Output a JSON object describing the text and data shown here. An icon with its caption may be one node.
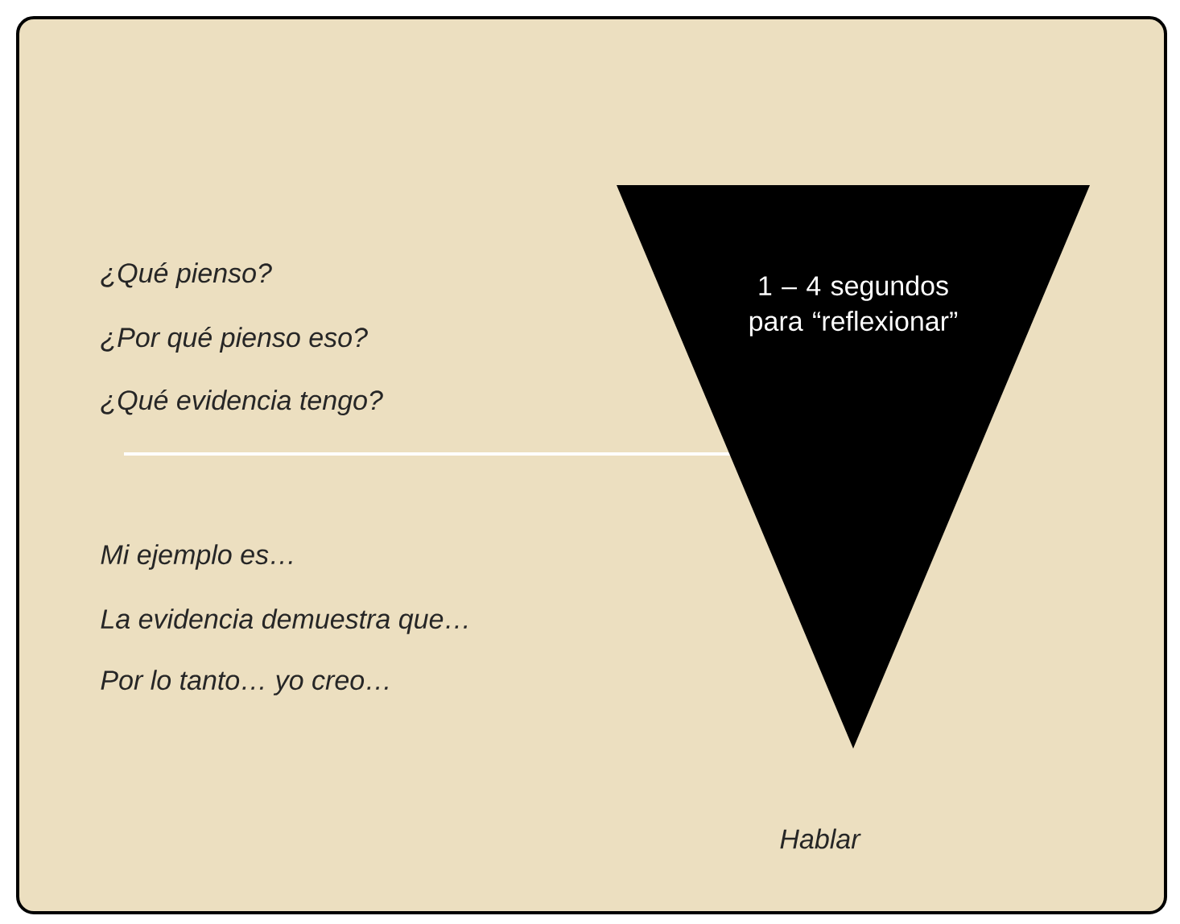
{
  "diagram": {
    "nodes": [
      {
        "text": [
          "1 – 4 segundos para “reflexionar”"
        ]
      }
    ],
    "labels": [
      "¿Qué pienso?",
      "¿Por qué pienso eso?",
      "¿Qué evidencia tengo?",
      "Mi ejemplo es…",
      "La evidencia demuestra que…",
      "Por lo tanto… yo creo…",
      "Hablar"
    ]
  }
}
